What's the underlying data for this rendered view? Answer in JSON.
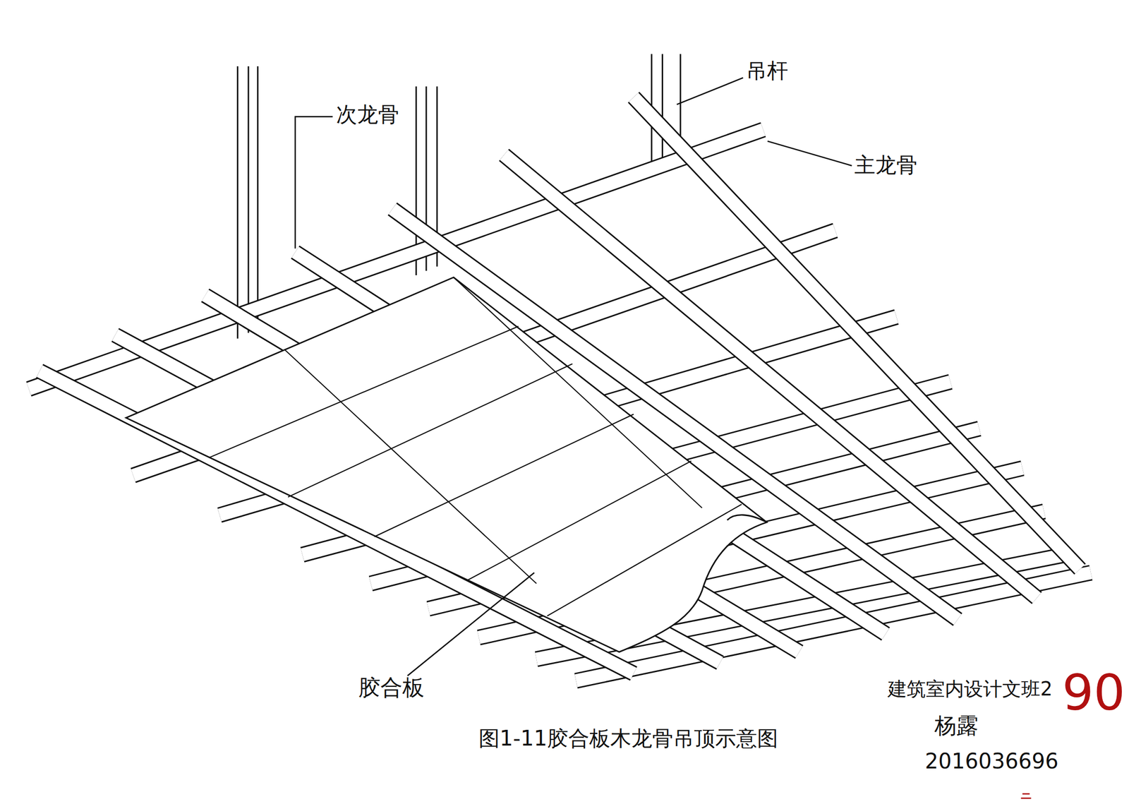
{
  "diagram": {
    "caption": "图1-11胶合板木龙骨吊顶示意图",
    "labels": [
      "吊杆",
      "次龙骨",
      "主龙骨",
      "胶合板",
      "建筑室内设计文班2",
      "杨露",
      "2016036696",
      "90"
    ]
  }
}
